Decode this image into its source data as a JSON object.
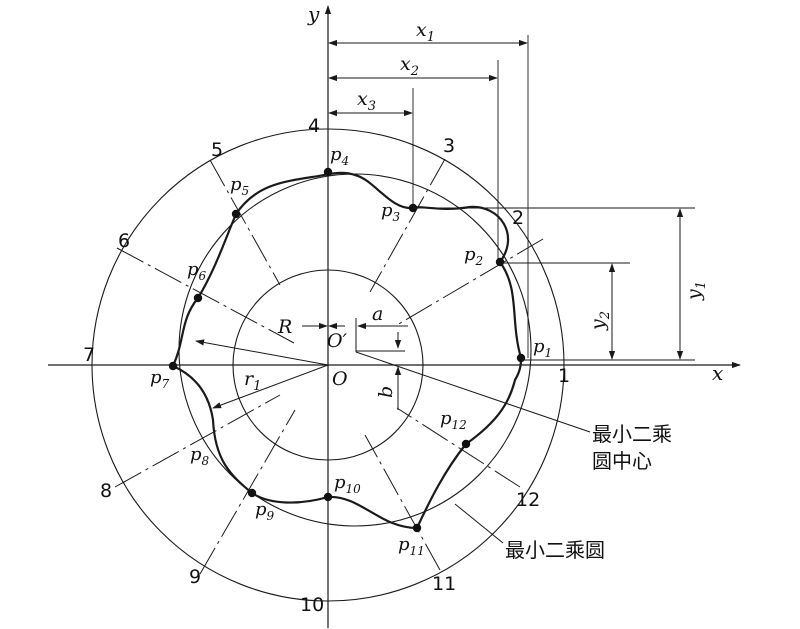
{
  "axes": {
    "x_label": "x",
    "y_label": "y"
  },
  "origin": {
    "label": "O"
  },
  "center_ls": {
    "label": "O′"
  },
  "dimensions": {
    "x1": {
      "base": "x",
      "sub": "1"
    },
    "x2": {
      "base": "x",
      "sub": "2"
    },
    "x3": {
      "base": "x",
      "sub": "3"
    },
    "y1": {
      "base": "y",
      "sub": "1"
    },
    "y2": {
      "base": "y",
      "sub": "2"
    },
    "a": "a",
    "b": "b",
    "R": "R",
    "r1": {
      "base": "r",
      "sub": "1"
    }
  },
  "ray_numbers": [
    "1",
    "2",
    "3",
    "4",
    "5",
    "6",
    "7",
    "8",
    "9",
    "10",
    "11",
    "12"
  ],
  "points": [
    {
      "base": "p",
      "sub": "1"
    },
    {
      "base": "p",
      "sub": "2"
    },
    {
      "base": "p",
      "sub": "3"
    },
    {
      "base": "p",
      "sub": "4"
    },
    {
      "base": "p",
      "sub": "5"
    },
    {
      "base": "p",
      "sub": "6"
    },
    {
      "base": "p",
      "sub": "7"
    },
    {
      "base": "p",
      "sub": "8"
    },
    {
      "base": "p",
      "sub": "9"
    },
    {
      "base": "p",
      "sub": "10"
    },
    {
      "base": "p",
      "sub": "11"
    },
    {
      "base": "p",
      "sub": "12"
    }
  ],
  "annotations": {
    "ls_center_line1": "最小二乘",
    "ls_center_line2": "圆中心",
    "ls_circle": "最小二乘圆"
  }
}
